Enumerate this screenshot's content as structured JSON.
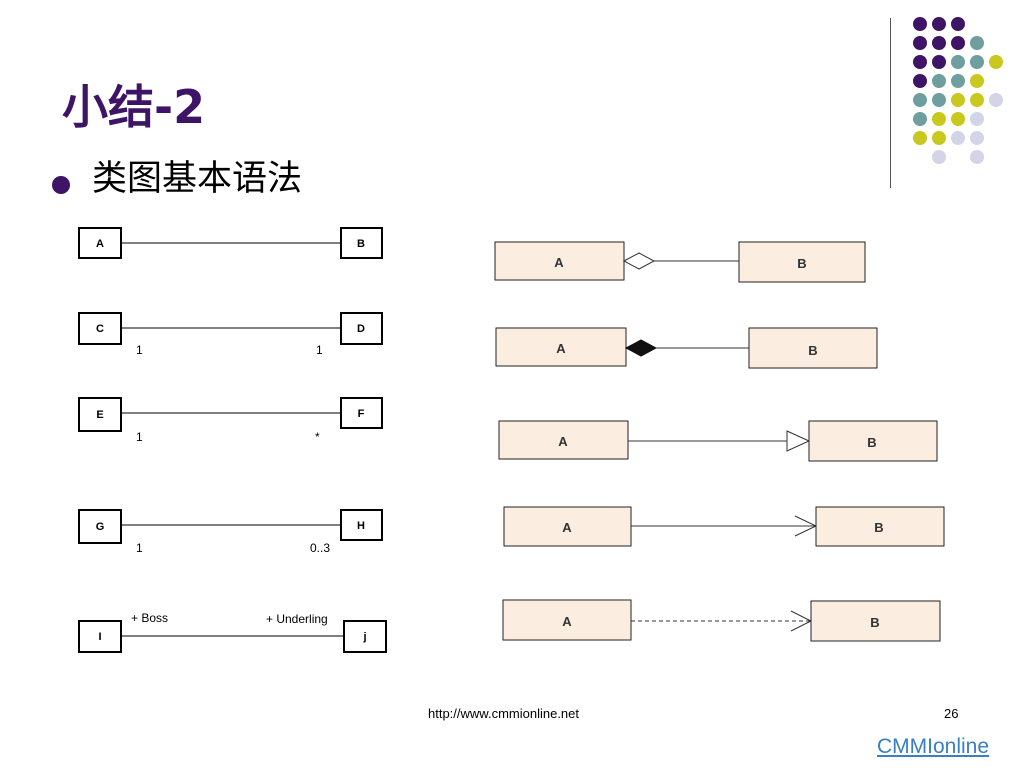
{
  "title": "小结-2",
  "bullet": "类图基本语法",
  "footer": {
    "url": "http://www.cmmionline.net",
    "page": "26",
    "brand": "CMMIonline"
  },
  "decor_dots": {
    "colors": {
      "purple": "#3e1466",
      "teal": "#6e9e9e",
      "yellow": "#c8c81e",
      "lavender": "#d4d4e8"
    }
  },
  "left_associations": [
    {
      "from": "A",
      "to": "B",
      "from_mult": "",
      "to_mult": "",
      "from_role": "",
      "to_role": ""
    },
    {
      "from": "C",
      "to": "D",
      "from_mult": "1",
      "to_mult": "1",
      "from_role": "",
      "to_role": ""
    },
    {
      "from": "E",
      "to": "F",
      "from_mult": "1",
      "to_mult": "*",
      "from_role": "",
      "to_role": ""
    },
    {
      "from": "G",
      "to": "H",
      "from_mult": "1",
      "to_mult": "0..3",
      "from_role": "",
      "to_role": ""
    },
    {
      "from": "I",
      "to": "j",
      "from_mult": "",
      "to_mult": "",
      "from_role": "+ Boss",
      "to_role": "+ Underling"
    }
  ],
  "right_relations": [
    {
      "kind": "aggregation",
      "from": "A",
      "to": "B"
    },
    {
      "kind": "composition",
      "from": "A",
      "to": "B"
    },
    {
      "kind": "generalization",
      "from": "A",
      "to": "B"
    },
    {
      "kind": "association",
      "from": "A",
      "to": "B"
    },
    {
      "kind": "dependency",
      "from": "A",
      "to": "B"
    }
  ]
}
